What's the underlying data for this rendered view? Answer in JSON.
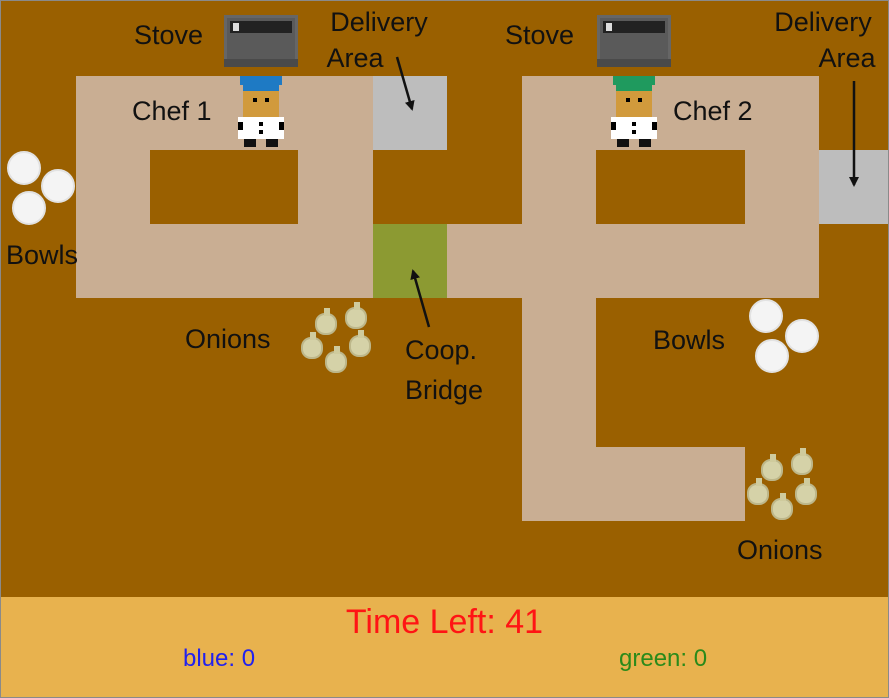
{
  "labels": {
    "stove_left": "Stove",
    "stove_right": "Stove",
    "delivery_left_line1": "Delivery",
    "delivery_left_line2": "Area",
    "delivery_right_line1": "Delivery",
    "delivery_right_line2": "Area",
    "chef1": "Chef 1",
    "chef2": "Chef 2",
    "bowls_left": "Bowls",
    "bowls_right": "Bowls",
    "onions_left": "Onions",
    "onions_right": "Onions",
    "bridge_line1": "Coop.",
    "bridge_line2": "Bridge"
  },
  "status": {
    "timer": "Time Left: 41",
    "blue_score": "blue: 0",
    "green_score": "green: 0"
  },
  "colors": {
    "background": "#9a6000",
    "floor": "#c9ae93",
    "delivery": "#bdbdbd",
    "bridge": "#8c9a32",
    "status_bar": "#e8b24e",
    "timer": "#ff1414",
    "blue": "#2222ee",
    "green": "#2a8a1a",
    "chef1_hat": "#1e7ac4",
    "chef2_hat": "#1f9a5e"
  },
  "icons": {
    "stove": "stove-icon",
    "chef": "chef-sprite",
    "bowl": "bowl-icon",
    "onion": "onion-icon"
  }
}
